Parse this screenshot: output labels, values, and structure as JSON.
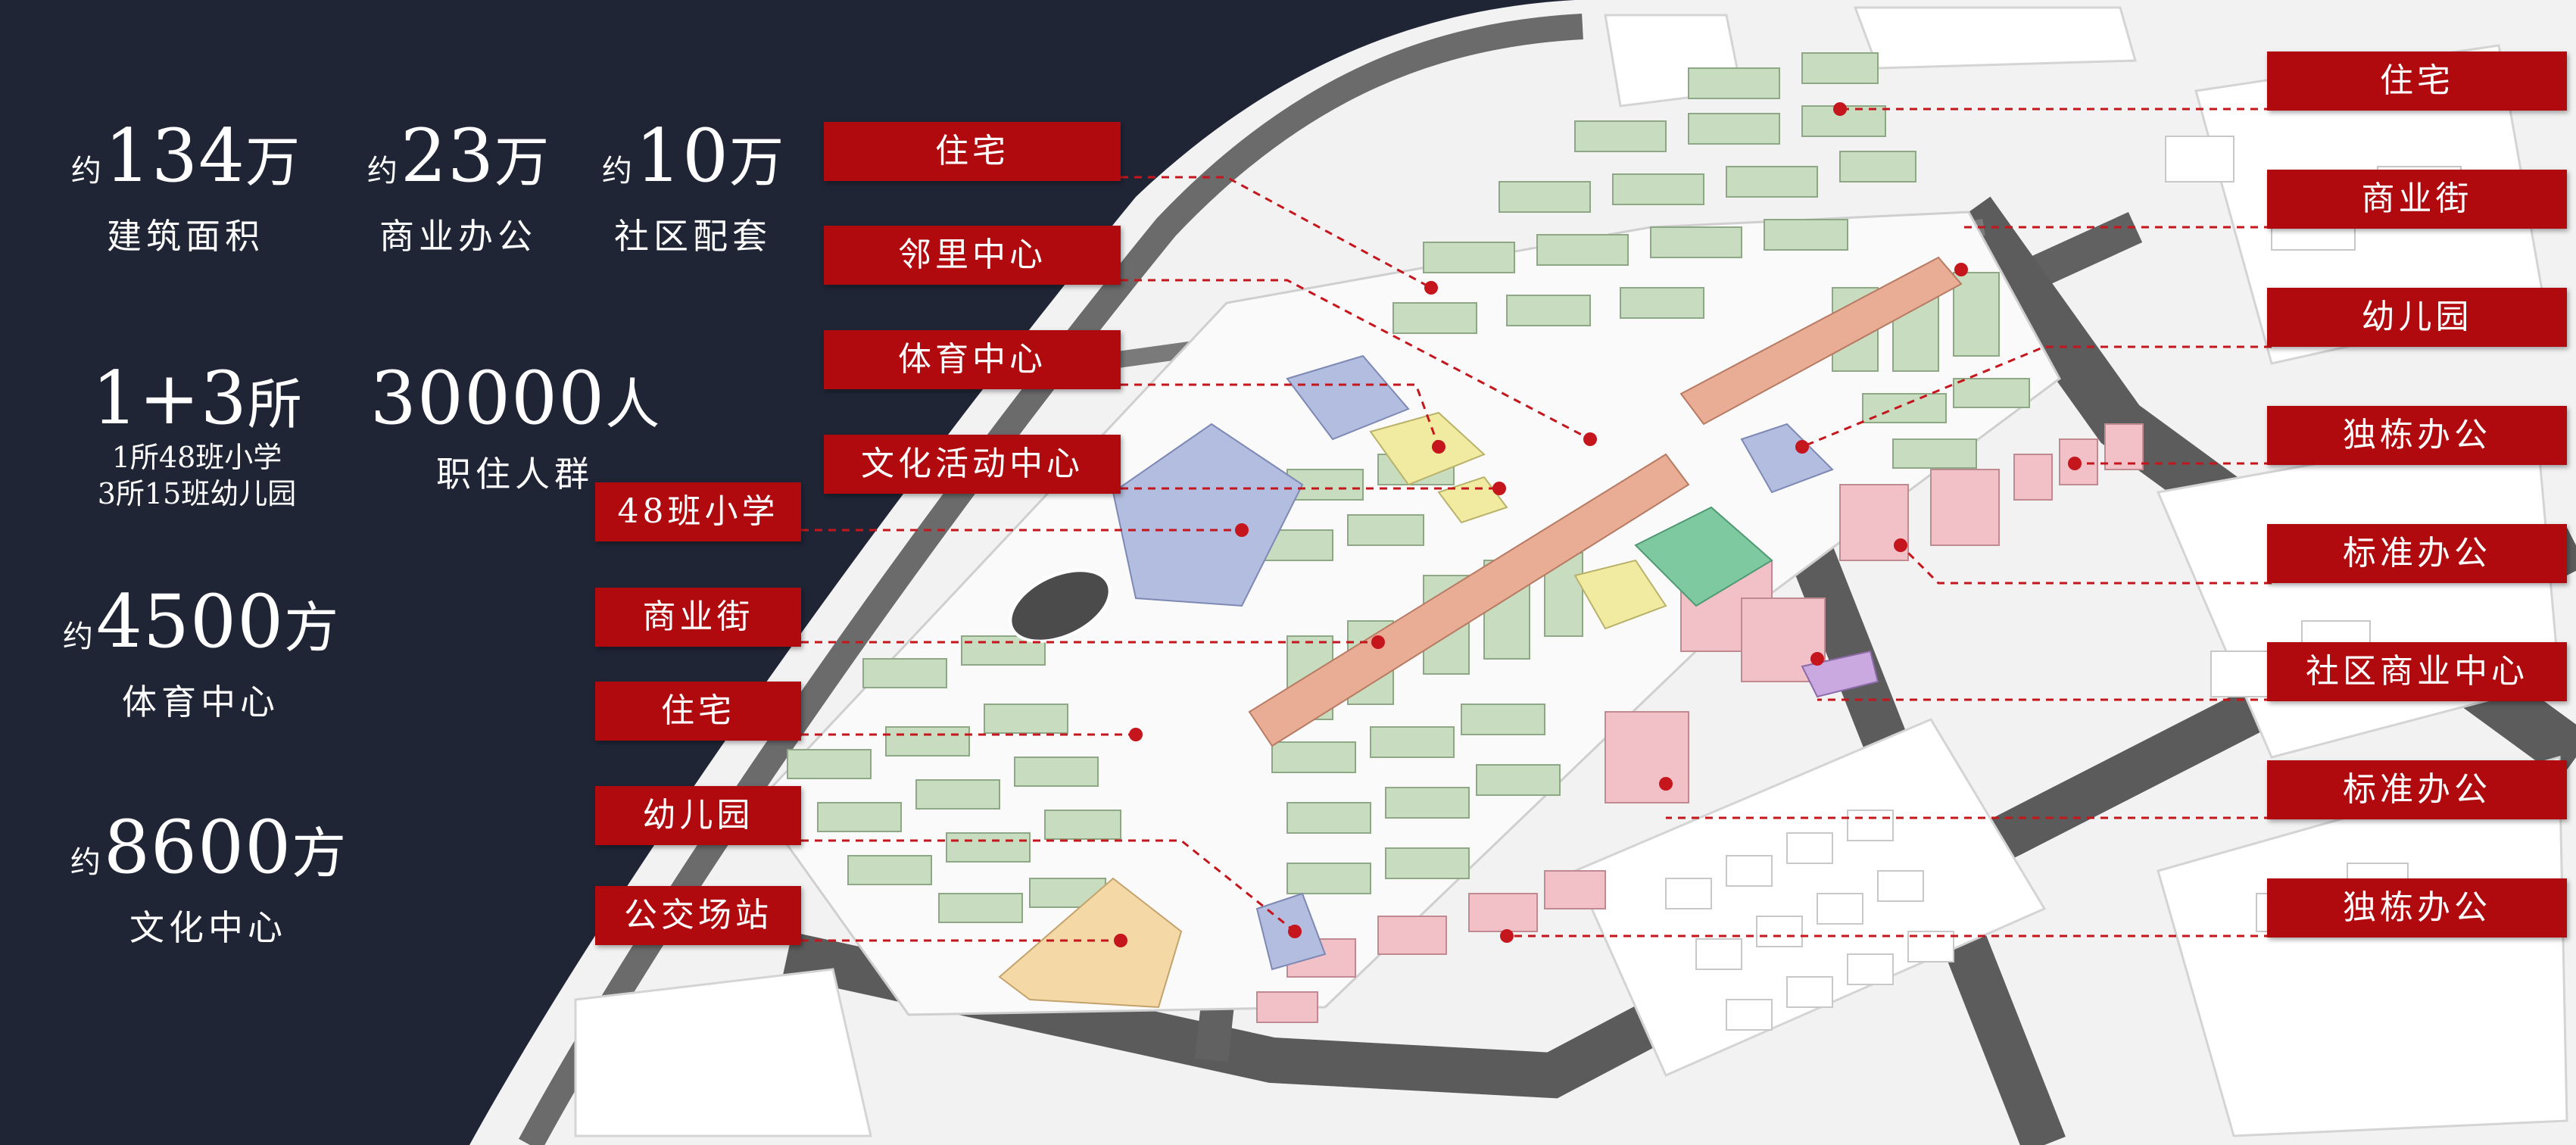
{
  "stats": {
    "prefix": "约",
    "floor_area": {
      "value": "134",
      "unit": "万",
      "caption": "建筑面积"
    },
    "commercial_office": {
      "value": "23",
      "unit": "万",
      "caption": "商业办公"
    },
    "community_facilities": {
      "value": "10",
      "unit": "万",
      "caption": "社区配套"
    },
    "schools": {
      "value": "1+3",
      "unit": "所",
      "line1": "1所48班小学",
      "line2": "3所15班幼儿园"
    },
    "population": {
      "value": "30000",
      "unit": "人",
      "caption": "职住人群"
    },
    "sports_center": {
      "value": "4500",
      "unit": "方",
      "caption": "体育中心"
    },
    "culture_center": {
      "value": "8600",
      "unit": "方",
      "caption": "文化中心"
    }
  },
  "labels": {
    "left": [
      "住宅",
      "邻里中心",
      "体育中心",
      "文化活动中心",
      "48班小学",
      "商业街",
      "住宅",
      "幼儿园",
      "公交场站"
    ],
    "right": [
      "住宅",
      "商业街",
      "幼儿园",
      "独栋办公",
      "标准办公",
      "社区商业中心",
      "标准办公",
      "独栋办公"
    ]
  },
  "colors": {
    "background": "#1f2535",
    "label_fill": "#b00a0e",
    "residential": "#c8dcbf",
    "commercial": "#e8ad94",
    "office": "#f2c1c8",
    "education": "#f0eba0",
    "sports": "#7ec9a0",
    "culture": "#f4d8a6",
    "civic": "#b3bddf",
    "road": "#5a5a5a"
  }
}
